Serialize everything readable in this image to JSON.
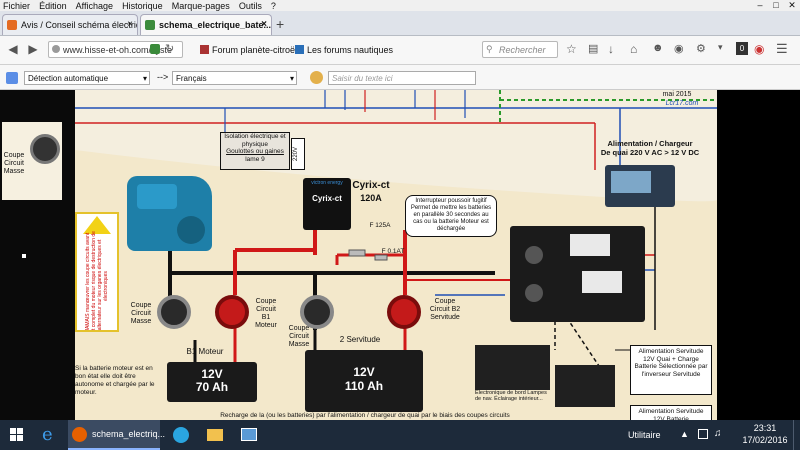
{
  "menu": [
    "Fichier",
    "Édition",
    "Affichage",
    "Historique",
    "Marque-pages",
    "Outils",
    "?"
  ],
  "tabs": [
    {
      "label": "Avis / Conseil schéma électriqu...",
      "active": false
    },
    {
      "label": "schema_electrique_bate...",
      "active": true
    }
  ],
  "new_tab_symbol": "+",
  "nav": {
    "url": "www.hisse-et-oh.com/syste",
    "bookmarks": [
      "Forum planète-citroën",
      "Les forums nautiques"
    ],
    "search_placeholder": "Rechercher",
    "badge": "0"
  },
  "translation": {
    "source_lang": "Détection automatique",
    "arrow": "-->",
    "target_lang": "Français",
    "input_placeholder": "Saisir du texte ici"
  },
  "diagram": {
    "top_text": "mai 2015",
    "site": "Lcr17.com",
    "isolation": "Isolation électrique et physique",
    "isolation_sub": "Goulottes ou gaines",
    "isolation_sub2": "lame",
    "isolation_num": "9",
    "charger_title": "Alimentation / Chargeur",
    "charger_sub": "De quai 220 V AC > 12 V DC",
    "cyrix_title": "Cyrix-ct",
    "cyrix_amp": "120A",
    "cyrix_label": "Cyrix-ct",
    "cyrix_brand": "victron energy",
    "interrupt_note": "Interrupteur poussoir fugitif Permet de mettre les batteries en parallèle 30 secondes au cas ou la batterie Moteur est déchargée",
    "fuse1": "F 125A",
    "fuse2": "F 0.1AT",
    "left_switch_label": "Coupe Circuit Masse",
    "switch_labels": [
      "Coupe Circuit Masse",
      "Coupe Circuit B1 Moteur",
      "Coupe Circuit Masse",
      "Coupe Circuit B2 Servitude"
    ],
    "warning": "Ne JAMAIS manœuvrer les coupe circuits avant l'arrêt complet du moteur risque de destruction de l'alternateur sur les organes électriques et électroniques",
    "bat1_name": "B1 Moteur",
    "bat1_v": "12V",
    "bat1_ah": "70 Ah",
    "bat2_name": "2 Servitude",
    "bat2_v": "12V",
    "bat2_ah": "110 Ah",
    "bat_note": "Si la batterie moteur est en bon état elle doit être autonome et chargée par le moteur.",
    "footer": "Recharge de la (ou les batteries) par l'alimentation / chargeur de quai par le biais des coupes circuits",
    "alim_box": "Alimentation Servitude 12V Quai + Charge Batterie Sélectionnée par l'inverseur Servitude",
    "alim_box2": "Alimentation Servitude 12V Batterie",
    "panel_caption": "Électronique de bord Lampes de nav. Éclairage intérieur...",
    "vertical_label": "220V"
  },
  "taskbar": {
    "app": "schema_electriq...",
    "tray_text": "Utilitaire",
    "time": "23:31",
    "date": "17/02/2016"
  }
}
